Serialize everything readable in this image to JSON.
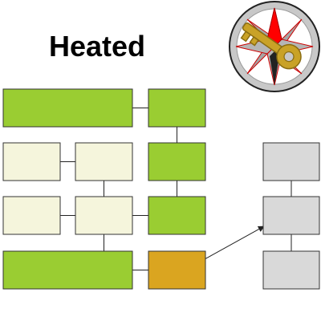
{
  "title": "Heated",
  "colors": {
    "green": "#9acd32",
    "cream": "#f5f5dc",
    "gray": "#d9d9d9",
    "orange": "#daa520",
    "stroke": "#333333",
    "connector": "#222222",
    "title": "#000000",
    "badge_star_red": "#ff0000",
    "badge_star_gray": "#a6a6a6",
    "badge_ring": "#c8c8c8",
    "key_gold": "#c9a227"
  },
  "diagram": {
    "blocks": [
      {
        "id": "block-top-wide",
        "status": "green"
      },
      {
        "id": "block-top-right",
        "status": "green"
      },
      {
        "id": "block-row2-left",
        "status": "cream"
      },
      {
        "id": "block-row2-mid",
        "status": "cream"
      },
      {
        "id": "block-row2-right",
        "status": "green"
      },
      {
        "id": "block-row3-left",
        "status": "cream"
      },
      {
        "id": "block-row3-mid",
        "status": "cream"
      },
      {
        "id": "block-row3-right",
        "status": "green"
      },
      {
        "id": "block-bottom-wide",
        "status": "green"
      },
      {
        "id": "block-bottom-right",
        "status": "orange"
      },
      {
        "id": "block-remote-1",
        "status": "gray"
      },
      {
        "id": "block-remote-2",
        "status": "gray"
      },
      {
        "id": "block-remote-3",
        "status": "gray"
      }
    ],
    "links": [
      {
        "from": "block-top-wide",
        "to": "block-top-right",
        "arrow": false
      },
      {
        "from": "block-top-right",
        "to": "block-row2-right",
        "arrow": false
      },
      {
        "from": "block-row2-left",
        "to": "block-row2-mid",
        "arrow": false
      },
      {
        "from": "block-row2-mid",
        "to": "block-row3-mid",
        "arrow": false
      },
      {
        "from": "block-row2-right",
        "to": "block-row3-right",
        "arrow": false
      },
      {
        "from": "block-row3-left",
        "to": "block-row3-mid",
        "arrow": false
      },
      {
        "from": "block-row3-mid",
        "to": "block-row3-right",
        "arrow": false
      },
      {
        "from": "block-row3-mid",
        "to": "block-bottom-wide",
        "arrow": false
      },
      {
        "from": "block-bottom-wide",
        "to": "block-bottom-right",
        "arrow": false
      },
      {
        "from": "block-bottom-right",
        "to": "block-remote-2",
        "arrow": true
      },
      {
        "from": "block-remote-1",
        "to": "block-remote-2",
        "arrow": false
      },
      {
        "from": "block-remote-2",
        "to": "block-remote-3",
        "arrow": false
      }
    ]
  },
  "badge": {
    "icon": "compass-star-key-icon"
  }
}
